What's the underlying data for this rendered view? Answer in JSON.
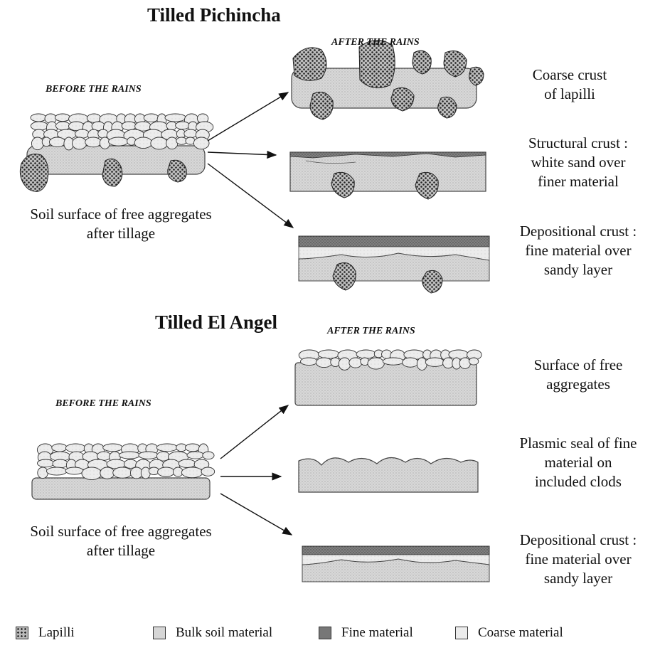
{
  "top": {
    "title": "Tilled Pichincha",
    "before": "BEFORE THE RAINS",
    "after": "AFTER THE RAINS",
    "caption": [
      "Soil surface of free aggregates",
      "after tillage"
    ],
    "outcomes": [
      [
        "Coarse crust",
        "of lapilli"
      ],
      [
        "Structural crust :",
        "white sand over",
        "finer material"
      ],
      [
        "Depositional crust :",
        "fine material over",
        "sandy layer"
      ]
    ]
  },
  "bottom": {
    "title": "Tilled El Angel",
    "before": "BEFORE THE RAINS",
    "after": "AFTER THE RAINS",
    "caption": [
      "Soil surface of free aggregates",
      "after tillage"
    ],
    "outcomes": [
      [
        "Surface of free",
        "aggregates"
      ],
      [
        "Plasmic seal of fine",
        "material on",
        "included clods"
      ],
      [
        "Depositional crust :",
        "fine material over",
        "sandy layer"
      ]
    ]
  },
  "legend": [
    {
      "label": "Lapilli",
      "swatch": "lapilli"
    },
    {
      "label": "Bulk soil material",
      "swatch": "bulk"
    },
    {
      "label": "Fine material",
      "swatch": "fine"
    },
    {
      "label": "Coarse material",
      "swatch": "coarse"
    }
  ],
  "colors": {
    "bulk": "#d6d6d6",
    "fine": "#777777",
    "coarse": "#ececec",
    "lapilli_dot": "#222222",
    "lapilli_bg": "#bdbdbd"
  }
}
